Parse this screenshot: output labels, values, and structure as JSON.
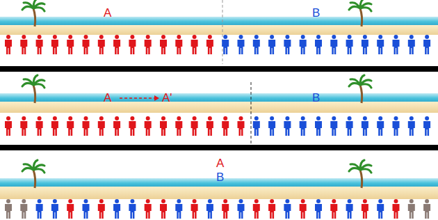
{
  "diagram": {
    "labels": [
      "A",
      "B",
      "A",
      "A'",
      "B",
      "A",
      "B"
    ]
  }
}
